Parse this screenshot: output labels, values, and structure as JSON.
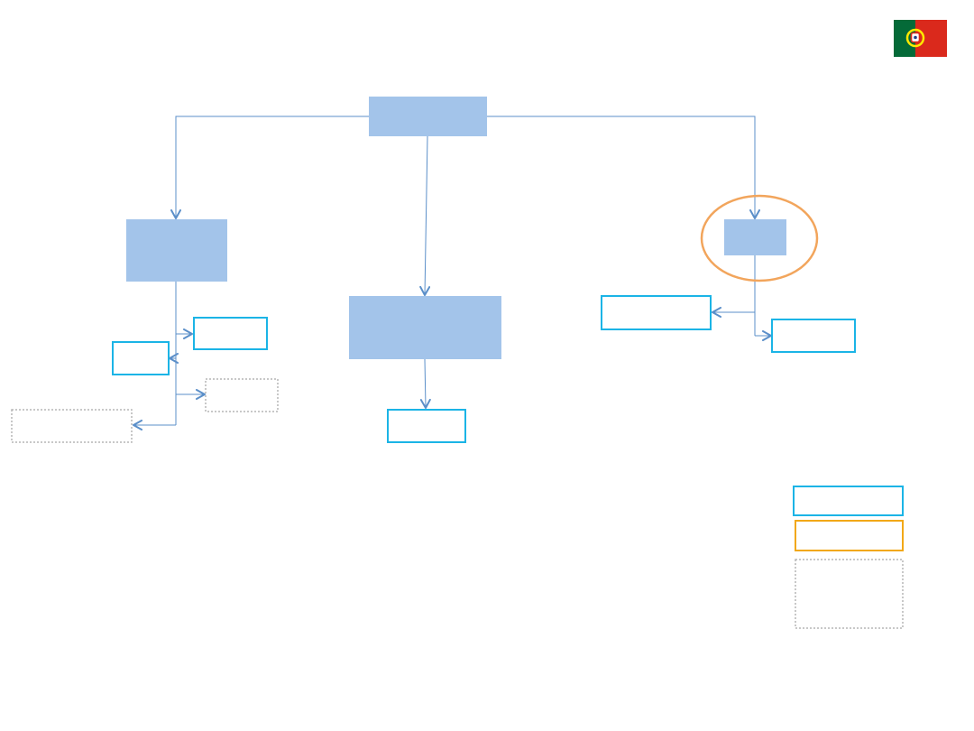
{
  "colors": {
    "background": "#ffffff",
    "primary_fill": "#a3c4ea",
    "connector": "#5b8fc9",
    "outline_cyan": "#1bb4e6",
    "outline_orange": "#f2a817",
    "outline_dotted": "#b5b5b5",
    "highlight_ellipse": "#f2a55c",
    "flag_green": "#046a38",
    "flag_red": "#da291c",
    "flag_yellow": "#ffe900"
  },
  "diagram": {
    "nodes": [
      {
        "id": "root",
        "style": "filled",
        "label": ""
      },
      {
        "id": "left",
        "style": "filled",
        "label": ""
      },
      {
        "id": "center",
        "style": "filled",
        "label": ""
      },
      {
        "id": "right",
        "style": "filled",
        "label": "",
        "highlighted": true
      },
      {
        "id": "left-child-1",
        "style": "outline-cyan",
        "label": ""
      },
      {
        "id": "left-child-2",
        "style": "outline-cyan",
        "label": ""
      },
      {
        "id": "left-child-3",
        "style": "outline-dotted",
        "label": ""
      },
      {
        "id": "left-child-4",
        "style": "outline-dotted",
        "label": ""
      },
      {
        "id": "center-child",
        "style": "outline-cyan",
        "label": ""
      },
      {
        "id": "right-child-1",
        "style": "outline-cyan",
        "label": ""
      },
      {
        "id": "right-child-2",
        "style": "outline-cyan",
        "label": ""
      }
    ],
    "edges": [
      {
        "from": "root",
        "to": "left"
      },
      {
        "from": "root",
        "to": "center"
      },
      {
        "from": "root",
        "to": "right"
      },
      {
        "from": "left",
        "to": "left-child-1"
      },
      {
        "from": "left",
        "to": "left-child-2"
      },
      {
        "from": "left",
        "to": "left-child-3"
      },
      {
        "from": "left",
        "to": "left-child-4"
      },
      {
        "from": "center",
        "to": "center-child"
      },
      {
        "from": "right",
        "to": "right-child-1"
      },
      {
        "from": "right",
        "to": "right-child-2"
      }
    ]
  },
  "legend": [
    {
      "style": "outline-cyan",
      "label": ""
    },
    {
      "style": "outline-orange",
      "label": ""
    },
    {
      "style": "outline-dotted",
      "label": ""
    }
  ],
  "flag": {
    "icon": "portugal-flag-icon"
  }
}
